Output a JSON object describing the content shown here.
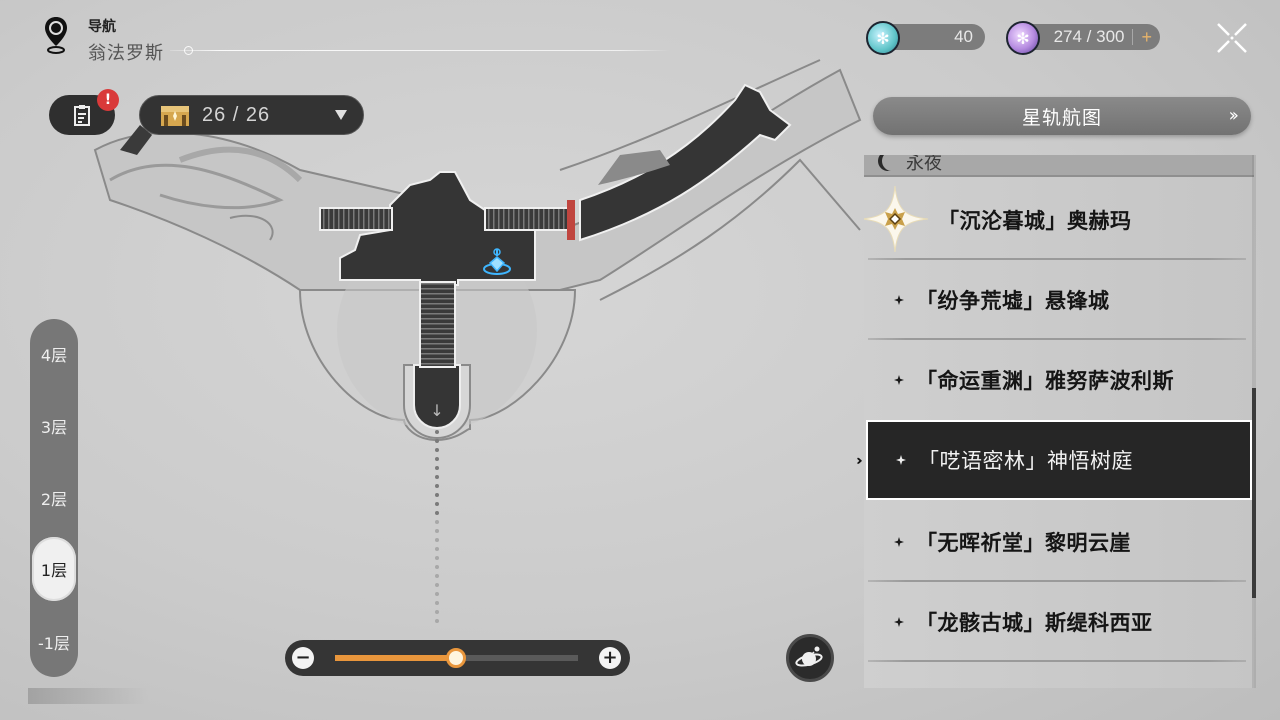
{
  "header": {
    "nav_label": "导航",
    "region_name": "翁法罗斯"
  },
  "toolbar": {
    "mission_alert": "!",
    "chest_count": "26 / 26"
  },
  "currency": {
    "fuel_value": "40",
    "trailblaze_power": "274 / 300",
    "add_label": "+"
  },
  "star_rail_map_button": "星轨航图",
  "location_list": {
    "section_title": "永夜",
    "items": [
      {
        "label": "「沉沦暮城」奥赫玛",
        "state": "current"
      },
      {
        "label": "「纷争荒墟」悬锋城",
        "state": "normal"
      },
      {
        "label": "「命运重渊」雅努萨波利斯",
        "state": "normal"
      },
      {
        "label": "「呓语密林」神悟树庭",
        "state": "selected"
      },
      {
        "label": "「无晖祈堂」黎明云崖",
        "state": "normal"
      },
      {
        "label": "「龙骸古城」斯缇科西亚",
        "state": "normal"
      }
    ]
  },
  "floors": {
    "items": [
      "4层",
      "3层",
      "2层",
      "1层",
      "-1层"
    ],
    "active": "1层"
  },
  "zoom_slider": {
    "minus_label": "−",
    "plus_label": "+",
    "value_percent": 50
  },
  "colors": {
    "accent_orange": "#e9963c",
    "alert_red": "#d93a3a",
    "selected_bg": "#262626",
    "map_dark": "#353535",
    "door_red": "#c0453f"
  }
}
